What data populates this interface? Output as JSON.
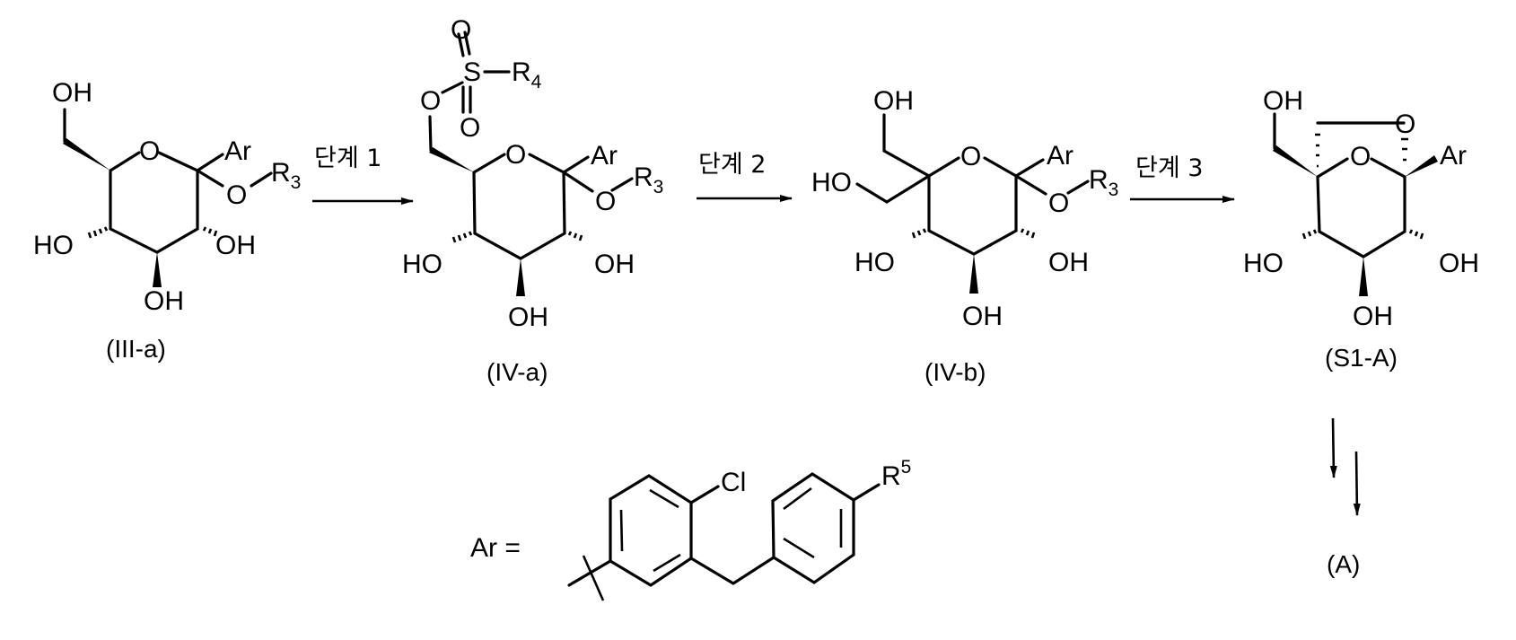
{
  "scheme": {
    "compounds": [
      {
        "id": "III-a",
        "label": "(III-a)",
        "atoms": {
          "ch2oh": "OH",
          "ring_o": "O",
          "ar": "Ar",
          "or_o": "O",
          "or_r": "R",
          "or_sub": "3",
          "oh_left": "HO",
          "oh_right": "OH",
          "oh_bottom": "OH"
        }
      },
      {
        "id": "IV-a",
        "label": "(IV-a)",
        "atoms": {
          "s": "S",
          "s_o_top": "O",
          "s_o_bottom": "O",
          "s_o_link": "O",
          "r4": "R",
          "r4_sub": "4",
          "ring_o": "O",
          "ar": "Ar",
          "or_o": "O",
          "or_r": "R",
          "or_sub": "3",
          "oh_left": "HO",
          "oh_right": "OH",
          "oh_bottom": "OH"
        }
      },
      {
        "id": "IV-b",
        "label": "(IV-b)",
        "atoms": {
          "ch2oh_top": "OH",
          "ch2oh_left": "HO",
          "ring_o": "O",
          "ar": "Ar",
          "or_o": "O",
          "or_r": "R",
          "or_sub": "3",
          "oh_left": "HO",
          "oh_right": "OH",
          "oh_bottom": "OH"
        }
      },
      {
        "id": "S1-A",
        "label": "(S1-A)",
        "atoms": {
          "ch2oh": "OH",
          "bridge_o": "O",
          "ring_o": "O",
          "ar": "Ar",
          "oh_left": "HO",
          "oh_right": "OH",
          "oh_bottom": "OH"
        }
      },
      {
        "id": "A",
        "label": "(A)"
      }
    ],
    "steps": [
      {
        "label": "단계 1",
        "from": "III-a",
        "to": "IV-a"
      },
      {
        "label": "단계 2",
        "from": "IV-a",
        "to": "IV-b"
      },
      {
        "label": "단계 3",
        "from": "IV-b",
        "to": "S1-A"
      },
      {
        "label": "",
        "from": "S1-A",
        "to": "A",
        "multi_step": true
      }
    ],
    "ar_definition": {
      "prefix": "Ar =",
      "substituent_cl": "Cl",
      "substituent_r": "R",
      "substituent_r_sup": "5"
    }
  }
}
